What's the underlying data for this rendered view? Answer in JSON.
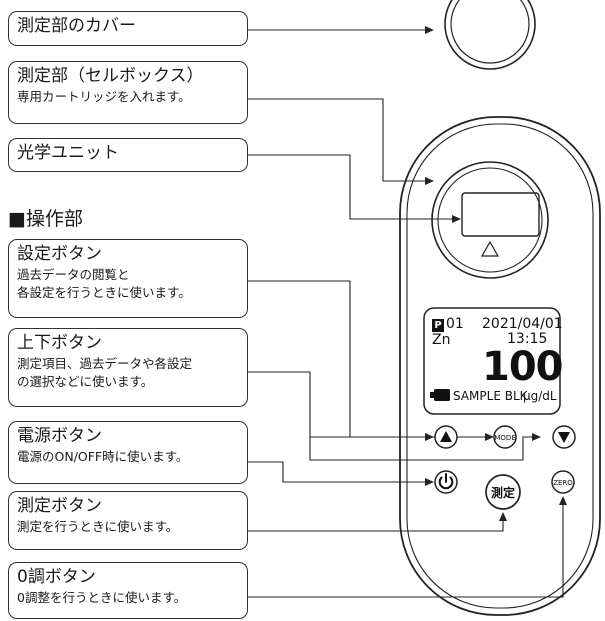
{
  "labels": [
    {
      "id": "cover",
      "title": "測定部のカバー",
      "desc": ""
    },
    {
      "id": "cell",
      "title": "測定部（セルボックス）",
      "desc": "専用カートリッジを入れます。"
    },
    {
      "id": "optical",
      "title": "光学ユニット",
      "desc": ""
    },
    {
      "id": "settings",
      "title": "設定ボタン",
      "desc": "過去データの閲覧と",
      "desc2": "各設定を行うときに使います。"
    },
    {
      "id": "updown",
      "title": "上下ボタン",
      "desc": "測定項目、過去データや各設定",
      "desc2": "の選択などに使います。"
    },
    {
      "id": "power",
      "title": "電源ボタン",
      "desc": "電源のON/OFF時に使います。"
    },
    {
      "id": "measure",
      "title": "測定ボタン",
      "desc": "測定を行うときに使います。"
    },
    {
      "id": "zero",
      "title": "0調ボタン",
      "desc": "0調整を行うときに使います。"
    }
  ],
  "section_title": "■操作部",
  "device": {
    "display": {
      "memory_badge": "P",
      "memory_no": "01",
      "date": "2021/04/01",
      "time": "13:15",
      "item": "Zn",
      "value": "100",
      "status": "SAMPLE BLK",
      "unit": "µg/dL"
    },
    "buttons": {
      "up": "▲",
      "mode": "MODE",
      "down": "▼",
      "power": "⏻",
      "measure": "測定",
      "zero": "ZERO"
    }
  }
}
